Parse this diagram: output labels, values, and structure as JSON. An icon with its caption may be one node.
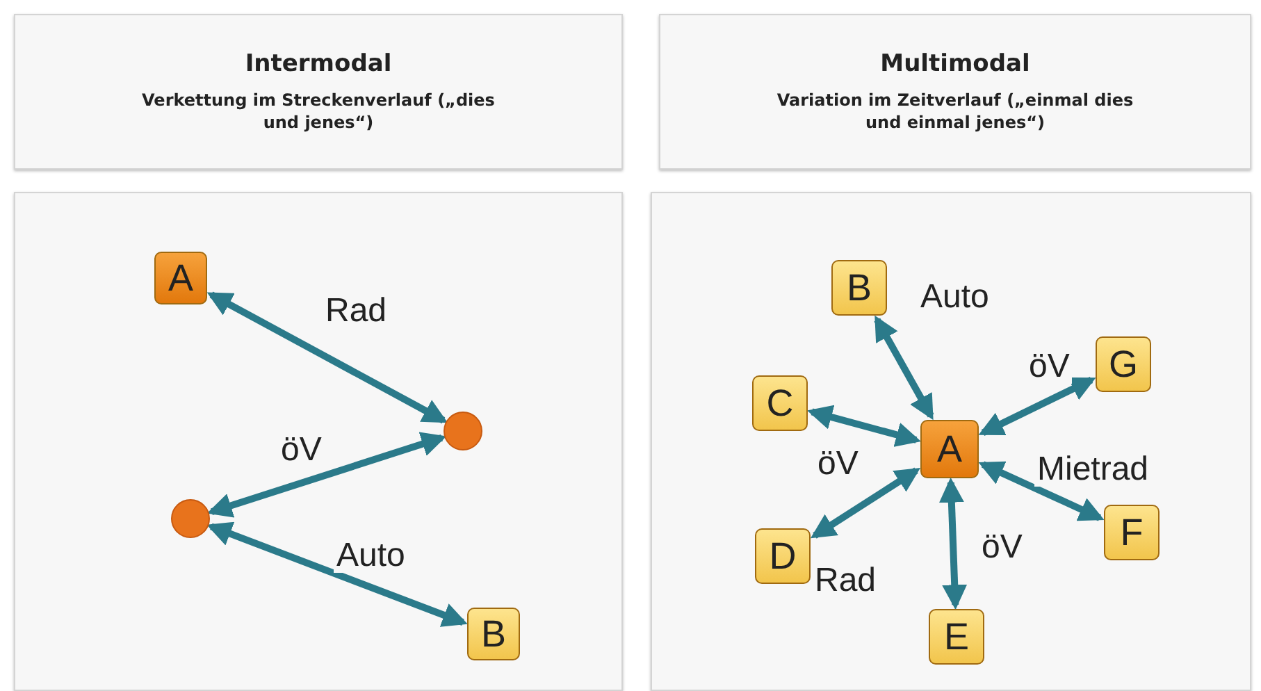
{
  "diagram": {
    "nodes": [
      {
        "text": [
          "Intermodal",
          "Verkettung im Streckenverlauf („dies und jenes“)"
        ]
      },
      {
        "text": [
          "Multimodal",
          "Variation im Zeitverlauf („einmal dies und einmal jenes“)"
        ]
      },
      {
        "text": [],
        "shape": "box"
      },
      {
        "text": [
          "A"
        ],
        "in": 2
      },
      {
        "text": [],
        "shape": "circle",
        "in": 2
      },
      {
        "text": [],
        "shape": "circle",
        "in": 2
      },
      {
        "text": [
          "B"
        ],
        "in": 2
      },
      {
        "text": [],
        "shape": "box"
      },
      {
        "text": [
          "B"
        ],
        "in": 7
      },
      {
        "text": [
          "G"
        ],
        "in": 7
      },
      {
        "text": [
          "C"
        ],
        "in": 7
      },
      {
        "text": [
          "A"
        ],
        "in": 7
      },
      {
        "text": [
          "F"
        ],
        "in": 7
      },
      {
        "text": [
          "D"
        ],
        "in": 7
      },
      {
        "text": [
          "E"
        ],
        "in": 7
      }
    ],
    "edges": [
      {
        "from": 3,
        "to": 4,
        "arrow": "both",
        "label": "Rad"
      },
      {
        "from": 4,
        "to": 5,
        "arrow": "both",
        "label": "öV"
      },
      {
        "from": 5,
        "to": 6,
        "arrow": "both",
        "label": "Auto"
      },
      {
        "from": 11,
        "to": 8,
        "arrow": "both",
        "label": "Auto"
      },
      {
        "from": 11,
        "to": 9,
        "arrow": "both",
        "label": "öV"
      },
      {
        "from": 11,
        "to": 10,
        "arrow": "both",
        "label": "öV"
      },
      {
        "from": 11,
        "to": 12,
        "arrow": "both",
        "label": "Mietrad"
      },
      {
        "from": 11,
        "to": 13,
        "arrow": "both",
        "label": "Rad"
      },
      {
        "from": 11,
        "to": 14,
        "arrow": "both",
        "label": "öV"
      }
    ]
  }
}
